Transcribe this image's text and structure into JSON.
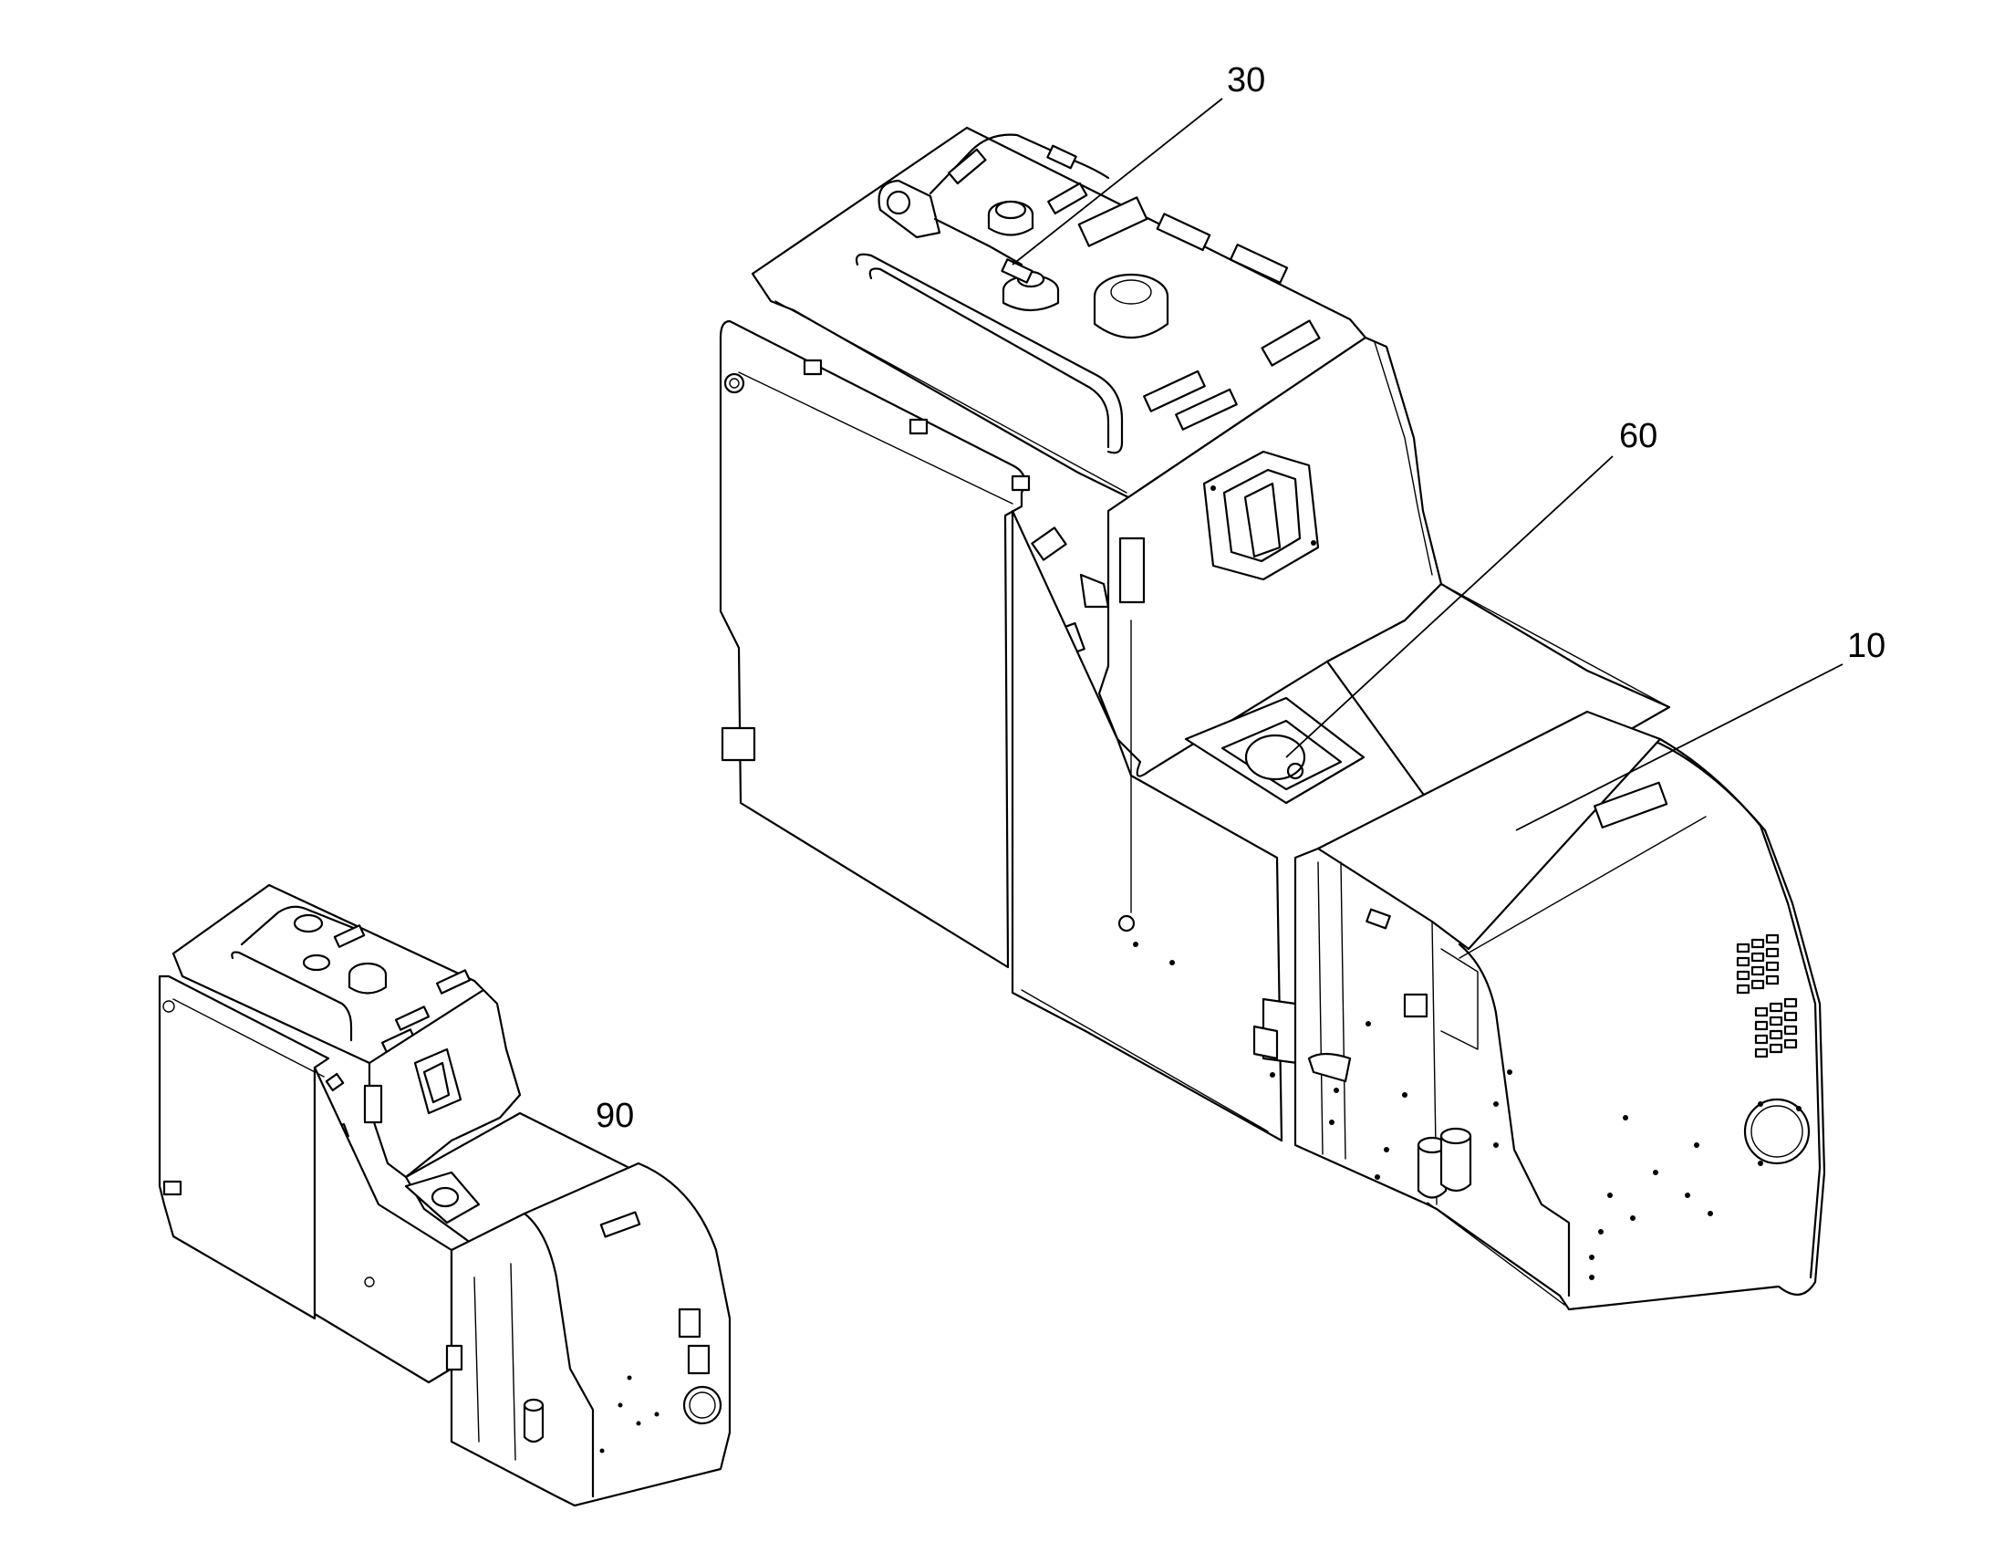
{
  "callouts": [
    {
      "id": "c30",
      "label": "30"
    },
    {
      "id": "c60",
      "label": "60"
    },
    {
      "id": "c10",
      "label": "10"
    },
    {
      "id": "c90",
      "label": "90"
    }
  ]
}
